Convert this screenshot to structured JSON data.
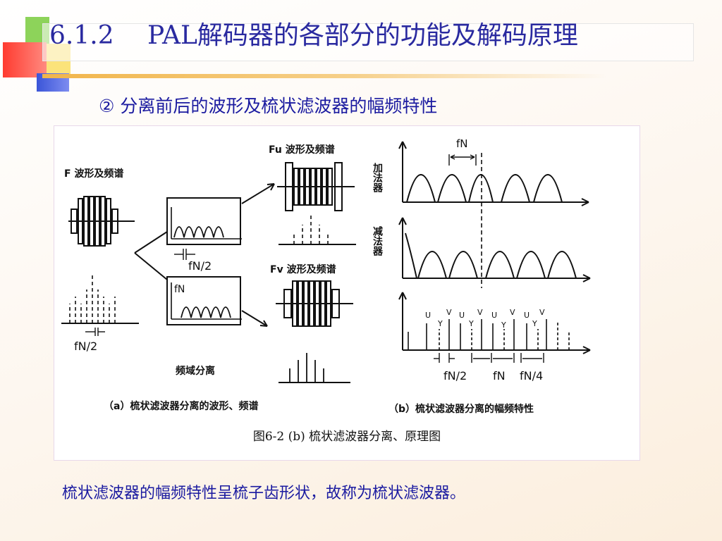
{
  "slide": {
    "title": "6.1.2　 PAL解码器的各部分的功能及解码原理",
    "subtitle": "②  分离前后的波形及梳状滤波器的幅频特性",
    "bottom_text": "梳状滤波器的幅频特性呈梳子齿形状，故称为梳状滤波器。"
  },
  "figure": {
    "caption": "图6-2 (b) 梳状滤波器分离、原理图",
    "left_panel": {
      "f_label": "F 波形及频谱",
      "fu_label": "Fu 波形及频谱",
      "fv_label": "Fv 波形及频谱",
      "fn_half_left": "fN/2",
      "fn_half_mid": "fN/2",
      "fn_box": "fN",
      "freq_sep": "频域分离",
      "caption_a": "（a）梳状滤波器分离的波形、频谱"
    },
    "right_panel": {
      "fn_top": "fN",
      "adder": "加法器",
      "subtractor": "减法器",
      "uv_labels": [
        "U",
        "Y",
        "V",
        "U",
        "Y",
        "V",
        "U",
        "Y",
        "V",
        "U",
        "Y",
        "V"
      ],
      "fn_half": "fN/2",
      "fn": "fN",
      "fn_quarter": "fN/4",
      "caption_b": "（b）梳状滤波器分离的幅频特性"
    }
  },
  "colors": {
    "title": "#2a2aa0",
    "subtitle": "#1a1aa0",
    "accent_orange": "#f1b54a"
  }
}
